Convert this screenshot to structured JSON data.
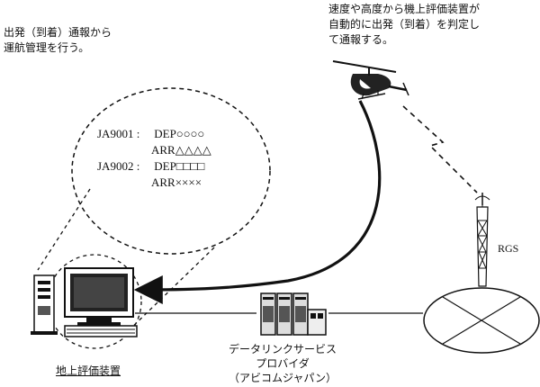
{
  "notes": {
    "left_line1": "出発（到着）通報から",
    "left_line2": "運航管理を行う。",
    "right_line1": "速度や高度から機上評価装置が",
    "right_line2": "自動的に出発（到着）を判定し",
    "right_line3": "て通報する。"
  },
  "messages": [
    {
      "callsign": "JA9001 :",
      "dep": "DEP○○○○",
      "arr": "ARR△△△△"
    },
    {
      "callsign": "JA9002 :",
      "dep": "DEP□□□□",
      "arr": "ARR××××"
    }
  ],
  "labels": {
    "rgs": "RGS",
    "ground_station": "地上評価装置",
    "provider_line1": "データリンクサービス",
    "provider_line2": "プロバイダ",
    "provider_line3": "（アビコムジャパン）"
  }
}
